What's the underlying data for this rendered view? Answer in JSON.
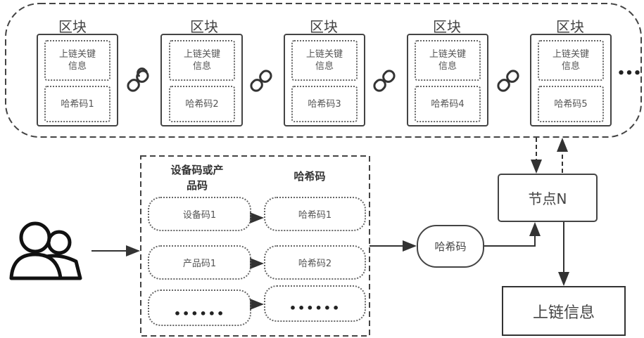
{
  "blockchain": {
    "block_label": "区块",
    "blocks": [
      {
        "info": "上链关键信息",
        "hash": "哈希码1"
      },
      {
        "info": "上链关键信息",
        "hash": "哈希码2"
      },
      {
        "info": "上链关键信息",
        "hash": "哈希码3"
      },
      {
        "info": "上链关键信息",
        "hash": "哈希码4"
      },
      {
        "info": "上链关键信息",
        "hash": "哈希码5"
      }
    ],
    "more": "•••"
  },
  "mapping": {
    "left_header": "设备码或产品码",
    "right_header": "哈希码",
    "rows": [
      {
        "left": "设备码1",
        "right": "哈希码1"
      },
      {
        "left": "产品码1",
        "right": "哈希码2"
      },
      {
        "left": "••••••",
        "right": "••••••"
      }
    ]
  },
  "hash_pill": "哈希码",
  "node": "节点N",
  "onchain_info": "上链信息",
  "icons": {
    "users": "users-icon",
    "chain_link": "chain-link-icon"
  }
}
